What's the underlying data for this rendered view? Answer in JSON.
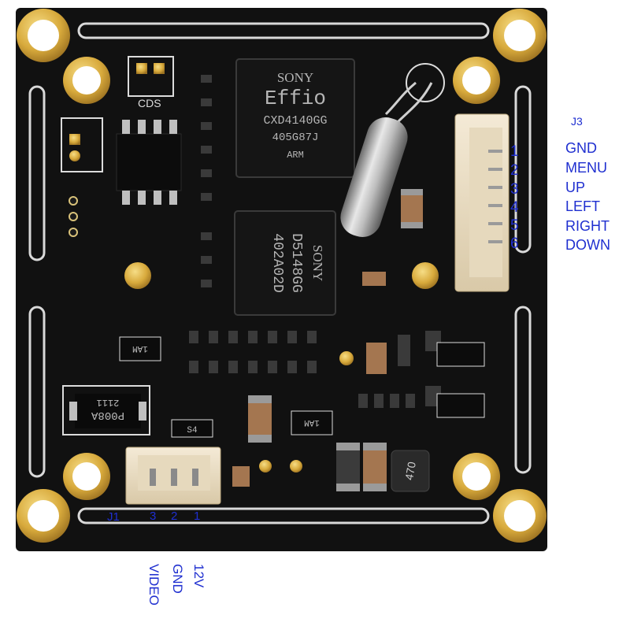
{
  "chips": {
    "processor": {
      "brand": "SONY",
      "line1": "Effio",
      "line2": "CXD4140GG",
      "line3": "405G87J",
      "line4": "ARM"
    },
    "memory": {
      "brand": "SONY",
      "line1": "D5148GG",
      "line2": "402A02D"
    }
  },
  "silkscreen": {
    "cds": "CDS",
    "diode": "P008A",
    "diode_code": "2111",
    "transistor_a": "1AM",
    "transistor_b": "1AM",
    "small_diode": "S4",
    "inductor": "470"
  },
  "j3": {
    "title": "J3",
    "pin_numbers": [
      "1",
      "2",
      "3",
      "4",
      "5",
      "6"
    ],
    "signals": [
      "GND",
      "MENU",
      "UP",
      "LEFT",
      "RIGHT",
      "DOWN"
    ]
  },
  "j1": {
    "title": "J1",
    "pin_numbers": [
      "3",
      "2",
      "1"
    ],
    "signals": [
      "12V",
      "GND",
      "VIDEO"
    ]
  }
}
